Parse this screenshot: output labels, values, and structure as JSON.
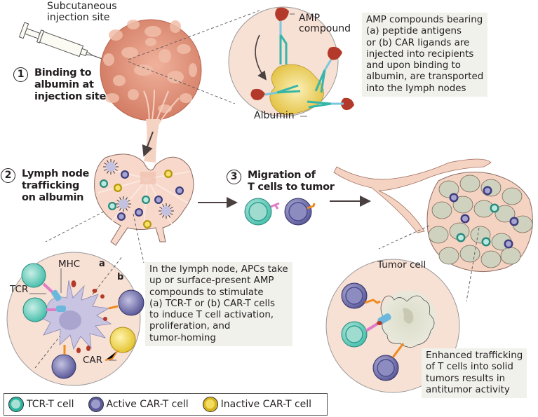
{
  "injection_site_label": [
    "Subcutaneous",
    "injection site"
  ],
  "steps": [
    {
      "number": "1",
      "lines": [
        "Binding to",
        "albumin at",
        "injection site"
      ]
    },
    {
      "number": "2",
      "lines": [
        "Lymph node",
        "trafficking",
        "on albumin"
      ]
    },
    {
      "number": "3",
      "lines": [
        "Migration of",
        "T cells to tumor"
      ]
    }
  ],
  "inset_labels": {
    "amp_compound": [
      "AMP",
      "compound"
    ],
    "albumin": "Albumin",
    "mhc": "MHC",
    "tcr": "TCR",
    "car": "CAR",
    "panel_a": "a",
    "panel_b": "b",
    "tumor_cell": "Tumor cell"
  },
  "callouts": {
    "amp": [
      "AMP compounds bearing",
      "(a) peptide antigens",
      "or (b) CAR ligands are",
      "injected into recipients",
      "and upon binding to",
      "albumin, are transported",
      "into the lymph nodes"
    ],
    "lymph_node": [
      "In the lymph node, APCs take",
      "up or surface-present AMP",
      "compounds to stimulate",
      "(a) TCR-T or (b) CAR-T cells",
      "to induce T cell activation,",
      "proliferation, and",
      "tumor-homing"
    ],
    "tumor": [
      "Enhanced trafficking",
      "of T cells into solid",
      "tumors results in",
      "antitumor activity"
    ]
  },
  "legend": [
    {
      "label": "TCR-T cell",
      "icon": "tcr-t-cell-icon",
      "ring": "#2bb5a0",
      "fill": "#a8e0d4"
    },
    {
      "label": "Active CAR-T cell",
      "icon": "active-car-t-cell-icon",
      "ring": "#5a5a9a",
      "fill": "#9c9cca"
    },
    {
      "label": "Inactive CAR-T cell",
      "icon": "inactive-car-t-cell-icon",
      "ring": "#d8b420",
      "fill": "#f3dd5e"
    }
  ],
  "colors": {
    "skin": "#d9826b",
    "skin_patch": "#efb9a4",
    "tissue": "#f8dccf",
    "inset_bg": "#f7e0d4",
    "albumin": "#e8c84a",
    "amp_head": "#b33a2a",
    "amp_linker": "#7cc6df",
    "amp_arm": "#35b6a8",
    "tcr": "#e07cc6",
    "car": "#f08a1c",
    "apc": "#c6c2e0",
    "tumor_tissue": "#cfd2bf",
    "callout_bg": "#f1f1ec",
    "arrow": "#4a4040"
  }
}
